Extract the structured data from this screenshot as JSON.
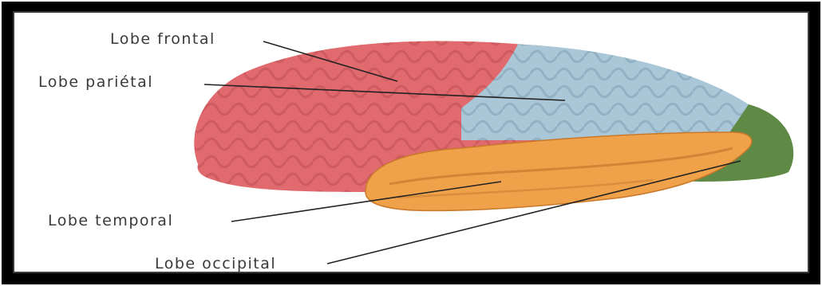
{
  "labels": {
    "frontal": "Lobe frontal",
    "parietal": "Lobe pariétal",
    "temporal": "Lobe temporal",
    "occipital": "Lobe occipital"
  },
  "colors": {
    "frontal": "#e06a6e",
    "parietal": "#a9c7d6",
    "temporal": "#f0a24a",
    "occipital": "#5f8a45",
    "frame": "#000000",
    "text": "#3a3a3a"
  }
}
